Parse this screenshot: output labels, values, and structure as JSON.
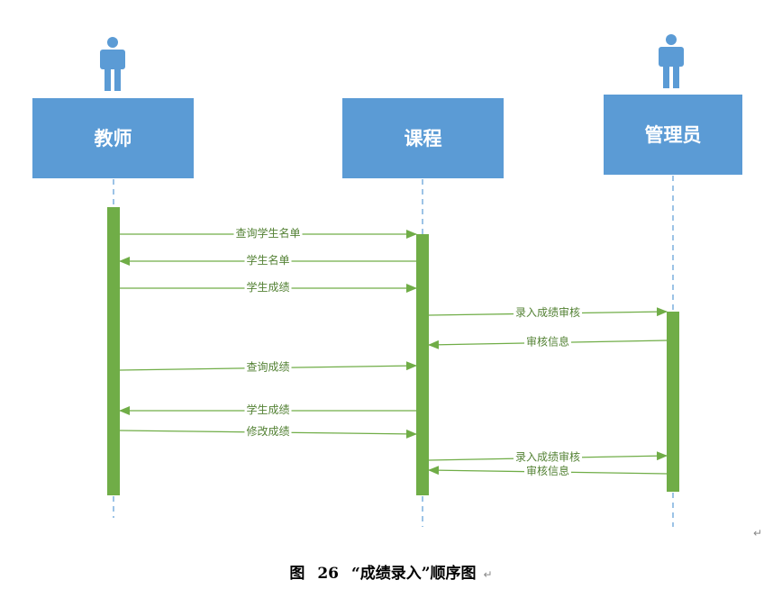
{
  "colors": {
    "actor": "#5b9bd5",
    "lifeline": "#5b9bd5",
    "activation": "#70ad47",
    "message": "#70ad47",
    "label": "#548235"
  },
  "lanes": [
    {
      "name": "教师",
      "icon": "person-icon"
    },
    {
      "name": "课程",
      "icon": "none"
    },
    {
      "name": "管理员",
      "icon": "person-icon"
    }
  ],
  "messages": [
    {
      "from": 0,
      "to": 1,
      "label": "查询学生名单"
    },
    {
      "from": 1,
      "to": 0,
      "label": "学生名单"
    },
    {
      "from": 0,
      "to": 1,
      "label": "学生成绩"
    },
    {
      "from": 1,
      "to": 2,
      "label": "录入成绩审核"
    },
    {
      "from": 2,
      "to": 1,
      "label": "审核信息"
    },
    {
      "from": 0,
      "to": 1,
      "label": "查询成绩"
    },
    {
      "from": 1,
      "to": 0,
      "label": "学生成绩"
    },
    {
      "from": 0,
      "to": 1,
      "label": "修改成绩"
    },
    {
      "from": 1,
      "to": 2,
      "label": "录入成绩审核"
    },
    {
      "from": 2,
      "to": 1,
      "label": "审核信息"
    }
  ],
  "caption": {
    "prefix": "图",
    "number": "26",
    "title": "“成绩录入”顺序图"
  },
  "marks": {
    "paragraph": "↵"
  }
}
